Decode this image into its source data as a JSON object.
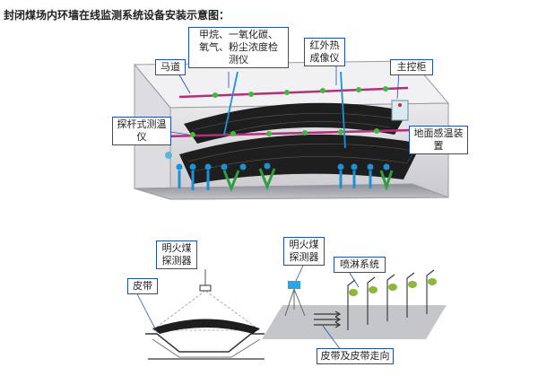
{
  "title": "封闭煤场内环墙在线监测系统设备安装示意图：",
  "callouts": {
    "gas_line1": "甲烷、一氧化碳、",
    "gas_line2": "氧气、粉尘浓度检",
    "gas_line3": "测仪",
    "ir_line1": "红外热",
    "ir_line2": "成像仪",
    "walkway": "马道",
    "control_cabinet": "主控柜",
    "rod_line1": "探杆式测温",
    "rod_line2": "仪",
    "ground_line1": "地面感温装",
    "ground_line2": "置",
    "flame_left_line1": "明火煤",
    "flame_left_line2": "探测器",
    "belt": "皮带",
    "flame_right_line1": "明火煤",
    "flame_right_line2": "探测器",
    "spray": "喷淋系统",
    "belt_direction": "皮带及皮带走向"
  },
  "colors": {
    "outline_blue": "#1f4fa8",
    "coal": "#1e1e1e",
    "walkway_rail": "#b0307a",
    "sensor_green": "#3dbb3d",
    "probe_blue": "#1e90d6",
    "probe_green": "#2e9e3e",
    "detector_blue": "#2aa7e0"
  }
}
